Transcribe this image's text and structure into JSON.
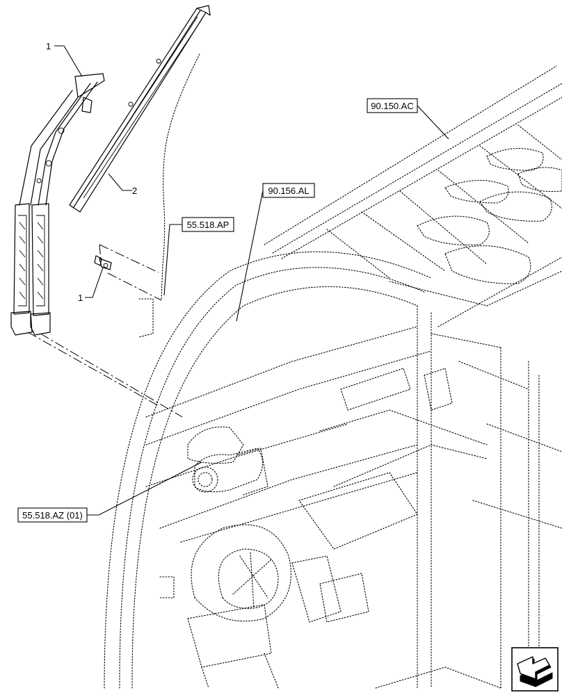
{
  "references": {
    "ref_90_150_ac": "90.150.AC",
    "ref_90_156_al": "90.156.AL",
    "ref_55_518_ap": "55.518.AP",
    "ref_55_518_az": "55.518.AZ (01)"
  },
  "callouts": {
    "wiper_arm": "1",
    "wiper_blade": "2",
    "washer_nozzle": "1"
  },
  "icons": {
    "navigation": "next-page-arrow-icon"
  }
}
